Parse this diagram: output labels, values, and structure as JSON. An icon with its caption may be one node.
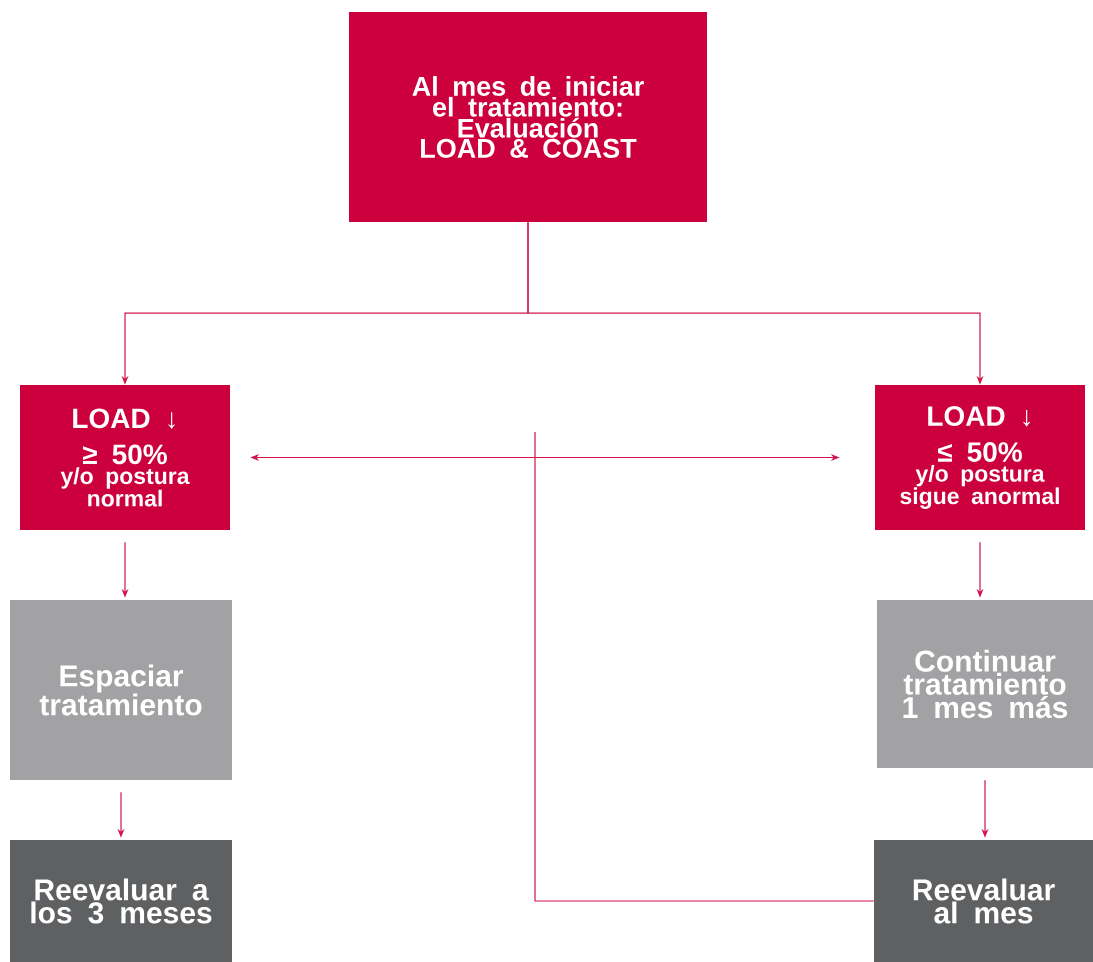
{
  "diagram": {
    "nodes": [
      {
        "text": [
          "Al mes de iniciar el tratamiento: Evaluación LOAD & COAST"
        ]
      },
      {
        "text": [
          "LOAD ↓ ≥ 50%",
          "y/o postura normal"
        ]
      },
      {
        "text": [
          "LOAD ↓ ≤ 50%",
          "y/o postura sigue anormal"
        ]
      },
      {
        "text": [
          "Espaciar tratamiento"
        ]
      },
      {
        "text": [
          "Continuar tratamiento 1 mes más"
        ]
      },
      {
        "text": [
          "Reevaluar a los 3 meses"
        ]
      },
      {
        "text": [
          "Reevaluar al mes"
        ]
      }
    ],
    "edges": [
      {
        "from": 0,
        "to": 1,
        "arrow": "to"
      },
      {
        "from": 0,
        "to": 2,
        "arrow": "to"
      },
      {
        "from": 1,
        "to": 2,
        "arrow": "both"
      },
      {
        "from": 1,
        "to": 3,
        "arrow": "to"
      },
      {
        "from": 3,
        "to": 5,
        "arrow": "to"
      },
      {
        "from": 2,
        "to": 4,
        "arrow": "to"
      },
      {
        "from": 4,
        "to": 6,
        "arrow": "to"
      },
      {
        "from": 6,
        "to": null,
        "arrow": "none"
      }
    ]
  }
}
